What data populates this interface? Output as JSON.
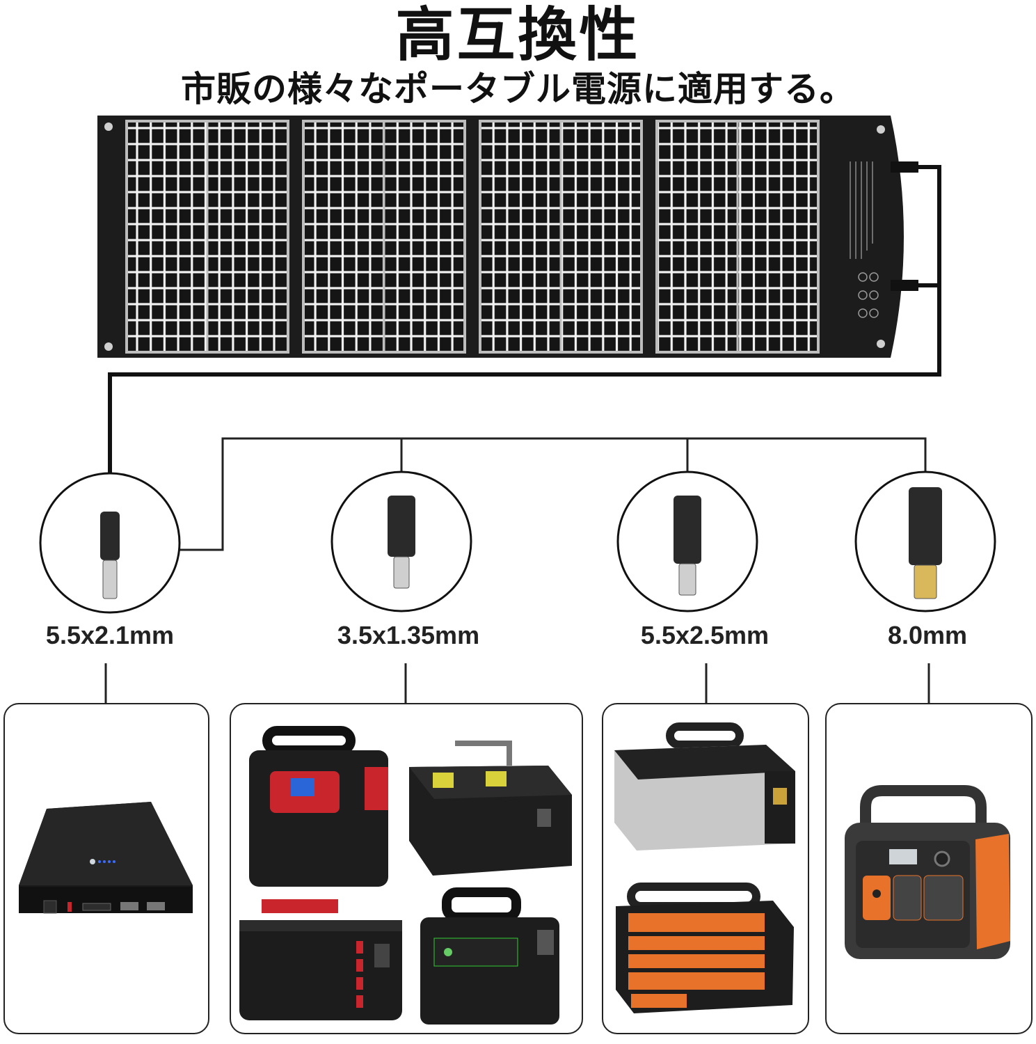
{
  "title": "高互換性",
  "subtitle": "市販の様々なポータブル電源に適用する。",
  "connectors": [
    {
      "size": "5.5x2.1mm"
    },
    {
      "size": "3.5x1.35mm"
    },
    {
      "size": "5.5x2.5mm"
    },
    {
      "size": "8.0mm"
    }
  ],
  "colors": {
    "panel": "#1c1c1c",
    "cell_grid": "#e8e8e8",
    "accent_red": "#c8262c",
    "accent_orange": "#e8722a",
    "accent_yellow": "#d9d23a"
  }
}
